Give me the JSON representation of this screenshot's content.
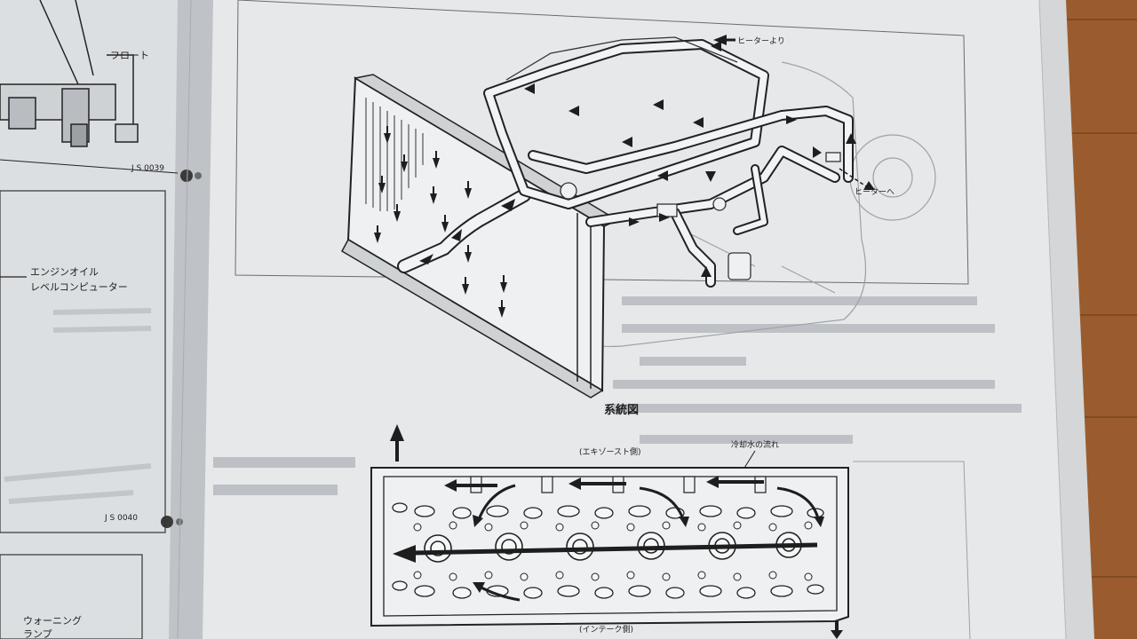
{
  "left_page": {
    "label_float": "フロート",
    "code_top": "J S 0039",
    "label_oil_computer_line1": "エンジンオイル",
    "label_oil_computer_line2": "レベルコンピューター",
    "code_mid": "J S 0040",
    "label_warning_line1": "ウォーニング",
    "label_warning_line2": "ランプ"
  },
  "right_page": {
    "label_from_heater": "ヒーターより",
    "label_to_heater": "ヒーターへ",
    "figure_caption": "系統図",
    "label_exhaust_side": "(エキゾースト側)",
    "label_coolant_flow": "冷却水の流れ",
    "label_intake_side": "(インテーク側)"
  },
  "colors": {
    "table_wood": "#9a5c2e",
    "paper": "#e6e8ea",
    "ink": "#1e1e1e"
  }
}
